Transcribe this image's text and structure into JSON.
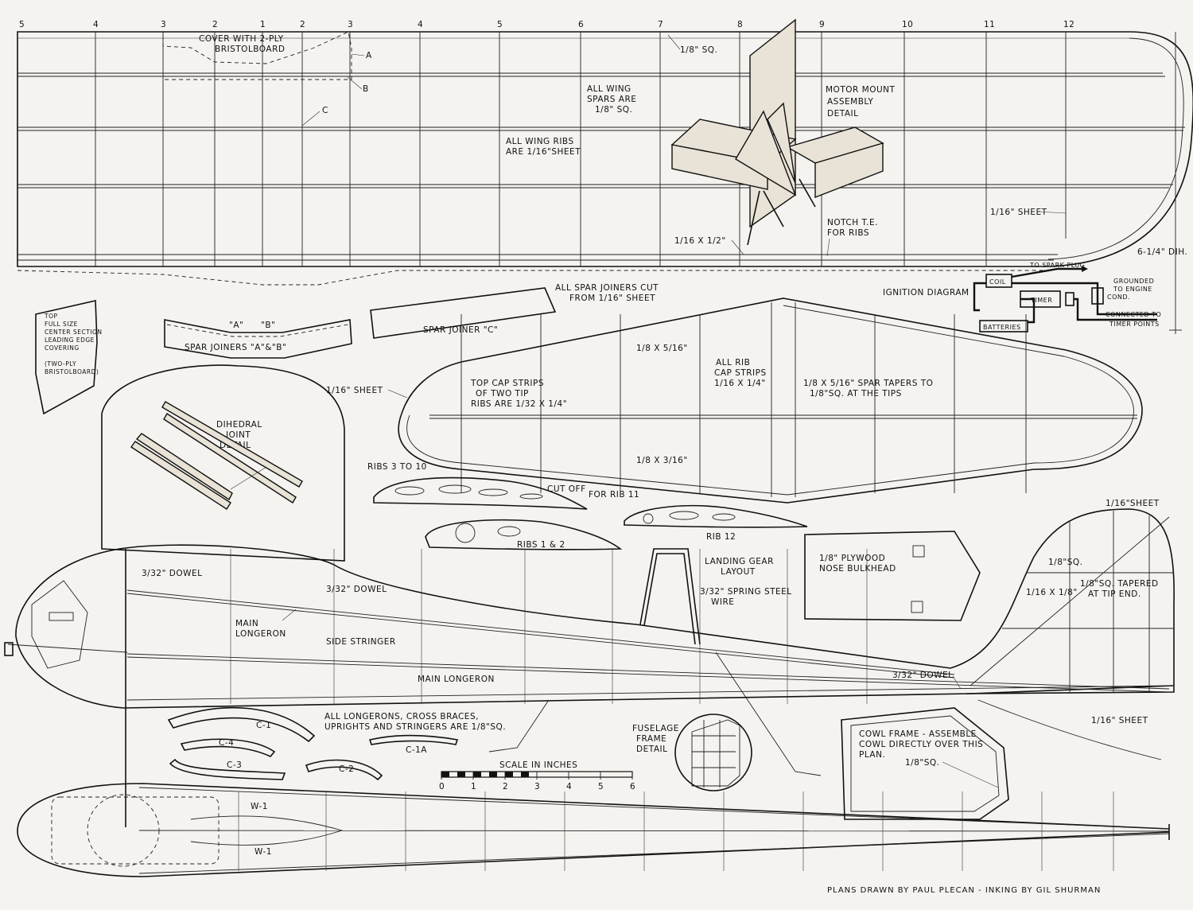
{
  "wing_station_numbers": [
    "5",
    "4",
    "3",
    "2",
    "1",
    "2",
    "3",
    "4",
    "5",
    "6",
    "7",
    "8",
    "9",
    "10",
    "11",
    "12"
  ],
  "wing": {
    "cover_note": [
      "COVER WITH 2-PLY",
      "BRISTOLBOARD"
    ],
    "label_a": "A",
    "label_b": "B",
    "label_c": "C",
    "spar_sq": "1/8\" SQ.",
    "spars_note": [
      "ALL WING",
      "SPARS ARE",
      "1/8\" SQ."
    ],
    "ribs_note": [
      "ALL WING RIBS",
      "ARE 1/16\"SHEET"
    ],
    "te_size": "1/16 X 1/2\"",
    "notch_note": [
      "NOTCH T.E.",
      "FOR RIBS"
    ],
    "tip_sheet": "1/16\" SHEET",
    "dihedral": "6-1/4\" DIH."
  },
  "motor_mount": {
    "title": [
      "MOTOR MOUNT",
      "ASSEMBLY",
      "DETAIL"
    ]
  },
  "ignition": {
    "title": "IGNITION DIAGRAM",
    "spark_plug": "TO SPARK PLUG",
    "coil": "COIL",
    "grounded": [
      "GROUNDED",
      "TO ENGINE"
    ],
    "cond": "COND.",
    "timer": "TIMER",
    "batteries": "BATTERIES",
    "timer_points": [
      "CONNECTED TO",
      "TIMER POINTS"
    ]
  },
  "leading_edge": {
    "text": [
      "TOP",
      "FULL SIZE",
      "CENTER SECTION",
      "LEADING EDGE",
      "COVERING",
      "",
      "(TWO-PLY",
      "BRISTOLBOARD)"
    ]
  },
  "spar_joiners": {
    "ab_label": "SPAR JOINERS \"A\"&\"B\"",
    "a_mark": "\"A\"",
    "b_mark": "\"B\"",
    "c_label": "SPAR JOINER \"C\"",
    "cut_note": [
      "ALL SPAR JOINERS CUT",
      "FROM 1/16\" SHEET"
    ]
  },
  "stab": {
    "sheet": "1/16\" SHEET",
    "top_cap": [
      "TOP CAP STRIPS",
      "OF TWO TIP",
      "RIBS ARE 1/32 X 1/4\""
    ],
    "spar_516": "1/8 X 5/16\"",
    "rib_cap": [
      "ALL RIB",
      "CAP STRIPS",
      "1/16 X 1/4\""
    ],
    "spar_taper": [
      "1/8 X 5/16\" SPAR TAPERS TO",
      "1/8\"SQ. AT THE TIPS"
    ],
    "spar_316": "1/8 X 3/16\""
  },
  "dihedral_joint": [
    "DIHEDRAL",
    "JOINT",
    "DETAIL"
  ],
  "ribs": {
    "ribs_3_10": "RIBS 3 TO 10",
    "cut_off": "CUT OFF",
    "for_rib11": "FOR RIB 11",
    "rib12": "RIB 12",
    "ribs_12": "RIBS 1 & 2"
  },
  "landing_gear": [
    "LANDING GEAR",
    "LAYOUT",
    "3/32\" SPRING STEEL",
    "WIRE"
  ],
  "nose_bulkhead": [
    "1/8\" PLYWOOD",
    "NOSE BULKHEAD"
  ],
  "fin": {
    "sheet_top": "1/16\"SHEET",
    "sq": "1/8\"SQ.",
    "strip": "1/16 X 1/8\"",
    "tapered": [
      "1/8\"SQ. TAPERED",
      "AT TIP END."
    ],
    "sheet_bottom": "1/16\" SHEET"
  },
  "fuselage": {
    "dowel_1": "3/32\" DOWEL",
    "dowel_2": "3/32\" DOWEL",
    "dowel_3": "3/32\" DOWEL",
    "main_longeron_1": [
      "MAIN",
      "LONGERON"
    ],
    "side_stringer": "SIDE STRINGER",
    "main_longeron_2": "MAIN LONGERON",
    "all_note": [
      "ALL LONGERONS, CROSS BRACES,",
      "UPRIGHTS AND STRINGERS ARE 1/8\"SQ."
    ]
  },
  "formers": {
    "c1": "C-1",
    "c4": "C-4",
    "c3": "C-3",
    "c2": "C-2",
    "c1a": "C-1A",
    "w1a": "W-1",
    "w1b": "W-1"
  },
  "scale": {
    "title": "SCALE IN INCHES",
    "ticks": [
      "0",
      "1",
      "2",
      "3",
      "4",
      "5",
      "6"
    ]
  },
  "frame_detail": [
    "FUSELAGE",
    "FRAME",
    "DETAIL"
  ],
  "cowl": {
    "text": [
      "COWL FRAME - ASSEMBLE",
      "COWL DIRECTLY OVER THIS",
      "PLAN."
    ],
    "sq": "1/8\"SQ."
  },
  "credits": "PLANS DRAWN BY PAUL PLECAN - INKING BY GIL SHURMAN"
}
